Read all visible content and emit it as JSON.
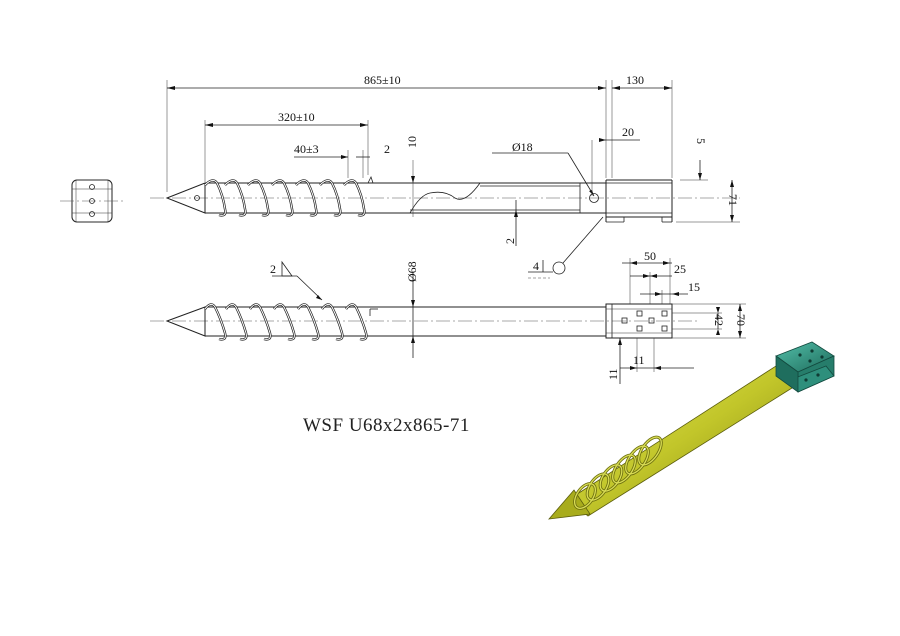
{
  "drawing": {
    "title": "WSF U68x2x865-71",
    "dimensions": {
      "overall_length": "865±10",
      "bracket_length": "130",
      "helix_length": "320±10",
      "pitch": "40±3",
      "thread_gap": "2",
      "thread_height": "10",
      "hole_diameter": "Ø18",
      "slot_width": "20",
      "plate_gap": "5",
      "bracket_height": "71",
      "wall_thickness": "2",
      "pipe_diameter": "Ø68",
      "hole_spacing": "50",
      "hole_offset": "25",
      "edge_offset": "15",
      "hole_pitch_v": "42",
      "plate_width": "70",
      "hole_size": "11",
      "hole_size_v": "11"
    },
    "weld_symbols": {
      "upper_weld": "2",
      "lower_weld": "4"
    },
    "colors": {
      "pipe": "#c2c62a",
      "bracket": "#2e8f7c"
    }
  }
}
